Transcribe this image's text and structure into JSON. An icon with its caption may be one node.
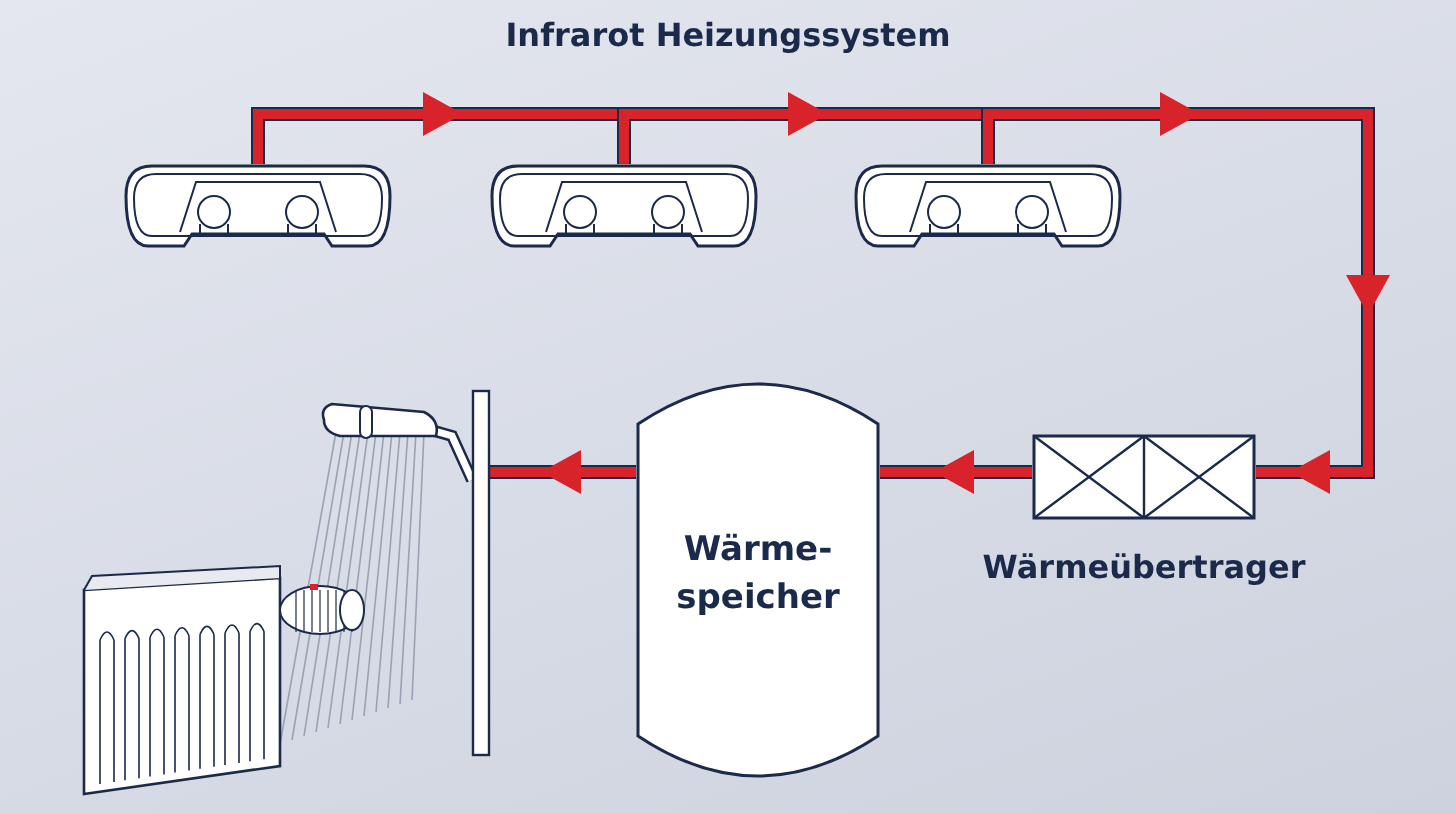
{
  "diagram": {
    "title": "Infrarot Heizungssystem",
    "nodes": [
      {
        "text": [],
        "shape": "picture"
      },
      {
        "text": [],
        "shape": "picture"
      },
      {
        "text": [],
        "shape": "picture"
      },
      {
        "text": [
          "Wärmeübertrager"
        ]
      },
      {
        "text": [
          "Wärme- speicher"
        ]
      },
      {
        "text": [],
        "shape": "bar"
      }
    ],
    "edges": [
      {
        "from": 0,
        "to": 1,
        "arrow": "to"
      },
      {
        "from": 1,
        "to": 2,
        "arrow": "to"
      },
      {
        "from": 2,
        "to": 3,
        "arrow": "to"
      },
      {
        "from": 3,
        "to": 4,
        "arrow": "to"
      },
      {
        "from": 4,
        "to": 5,
        "arrow": "to"
      }
    ]
  }
}
